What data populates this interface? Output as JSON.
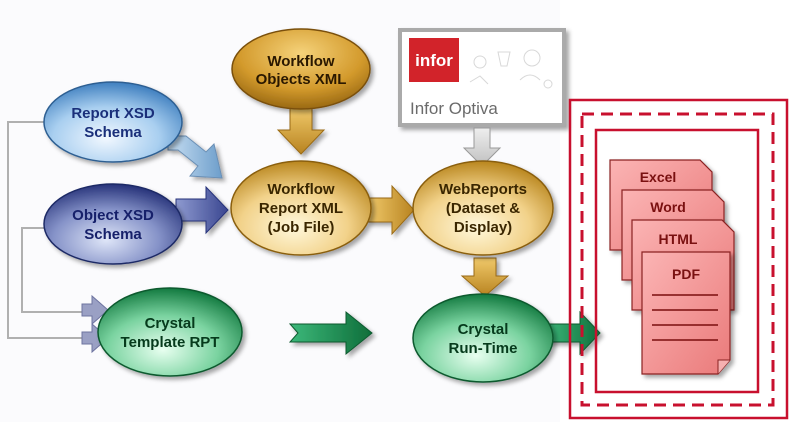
{
  "nodes": {
    "workflow_objects_xml": {
      "line1": "Workflow",
      "line2": "Objects XML"
    },
    "report_xsd_schema": {
      "line1": "Report XSD",
      "line2": "Schema"
    },
    "object_xsd_schema": {
      "line1": "Object XSD",
      "line2": "Schema"
    },
    "workflow_report_xml": {
      "line1": "Workflow",
      "line2": "Report XML",
      "line3": "(Job File)"
    },
    "webreports": {
      "line1": "WebReports",
      "line2": "(Dataset &",
      "line3": "Display)"
    },
    "crystal_template_rpt": {
      "line1": "Crystal",
      "line2": "Template RPT"
    },
    "crystal_runtime": {
      "line1": "Crystal",
      "line2": "Run-Time"
    }
  },
  "infor_box": {
    "logo_text": "infor",
    "name": "Infor Optiva"
  },
  "outputs": [
    "Excel",
    "Word",
    "HTML",
    "PDF"
  ],
  "colors": {
    "yellow_node": "#d9a437",
    "blue_node": "#4f8fcf",
    "navy_node": "#2f3f86",
    "green_node": "#1e9e58",
    "highlight_red": "#c8102e",
    "infor_red": "#d2232a",
    "doc_pink": "#f08080"
  }
}
